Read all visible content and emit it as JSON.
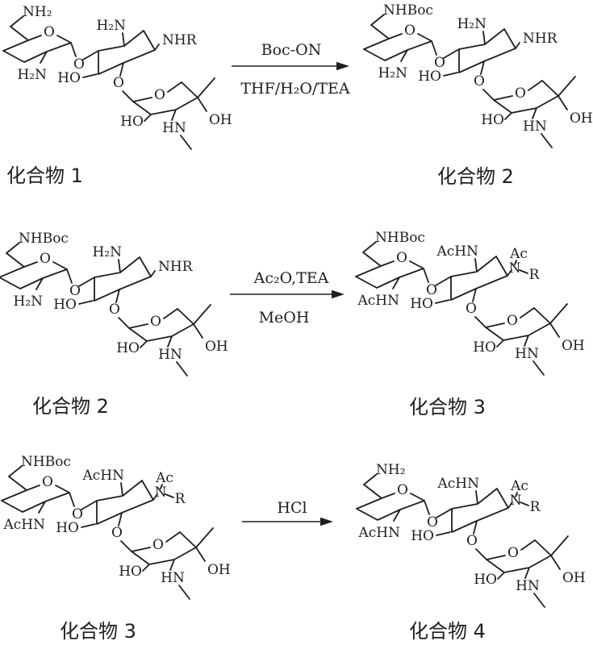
{
  "page": {
    "background": "#ffffff",
    "ink": "#1f1f1f",
    "description": "Three-step reaction scheme of an aminoglycoside: Boc protection, acetylation, acid deprotection"
  },
  "rows": [
    {
      "left_caption": "化合物 1",
      "right_caption": "化合物 2",
      "arrow": {
        "above": "Boc-ON",
        "below": "THF/H₂O/TEA"
      }
    },
    {
      "left_caption": "化合物 2",
      "right_caption": "化合物 3",
      "arrow": {
        "above": "Ac₂O,TEA",
        "below": "MeOH"
      }
    },
    {
      "left_caption": "化合物 3",
      "right_caption": "化合物 4",
      "arrow": {
        "above": "HCl",
        "below": ""
      }
    }
  ],
  "structures": [
    {
      "compound": "化合物 1",
      "arm": "NH₂",
      "ring_a_o": "O",
      "amine_left": "H₂N",
      "amine_mid": "H₂N",
      "nhr": "NHR",
      "o_glyco1": "O",
      "ho_mid": "HO",
      "o_glyco2": "O",
      "ring_c_o": "O",
      "ho_c": "HO",
      "hn_c": "HN",
      "oh_c": "OH"
    },
    {
      "compound": "化合物 2",
      "arm": "NHBoc",
      "ring_a_o": "O",
      "amine_left": "H₂N",
      "amine_mid": "H₂N",
      "nhr": "NHR",
      "o_glyco1": "O",
      "ho_mid": "HO",
      "o_glyco2": "O",
      "ring_c_o": "O",
      "ho_c": "HO",
      "hn_c": "HN",
      "oh_c": "OH"
    },
    {
      "compound": "化合物 2",
      "arm": "NHBoc",
      "ring_a_o": "O",
      "amine_left": "H₂N",
      "amine_mid": "H₂N",
      "nhr": "NHR",
      "o_glyco1": "O",
      "ho_mid": "HO",
      "o_glyco2": "O",
      "ring_c_o": "O",
      "ho_c": "HO",
      "hn_c": "HN",
      "oh_c": "OH"
    },
    {
      "compound": "化合物 3",
      "arm": "NHBoc",
      "ring_a_o": "O",
      "amine_left": "AcHN",
      "amine_mid": "AcHN",
      "n_ac": "Ac",
      "n": "N",
      "r": "R",
      "o_glyco1": "O",
      "ho_mid": "HO",
      "o_glyco2": "O",
      "ring_c_o": "O",
      "ho_c": "HO",
      "hn_c": "HN",
      "oh_c": "OH"
    },
    {
      "compound": "化合物 3",
      "arm": "NHBoc",
      "ring_a_o": "O",
      "amine_left": "AcHN",
      "amine_mid": "AcHN",
      "n_ac": "Ac",
      "n": "N",
      "r": "R",
      "o_glyco1": "O",
      "ho_mid": "HO",
      "o_glyco2": "O",
      "ring_c_o": "O",
      "ho_c": "HO",
      "hn_c": "HN",
      "oh_c": "OH"
    },
    {
      "compound": "化合物 4",
      "arm": "NH₂",
      "ring_a_o": "O",
      "amine_left": "AcHN",
      "amine_mid": "AcHN",
      "n_ac": "Ac",
      "n": "N",
      "r": "R",
      "o_glyco1": "O",
      "ho_mid": "HO",
      "o_glyco2": "O",
      "ring_c_o": "O",
      "ho_c": "HO",
      "hn_c": "HN",
      "oh_c": "OH"
    }
  ]
}
